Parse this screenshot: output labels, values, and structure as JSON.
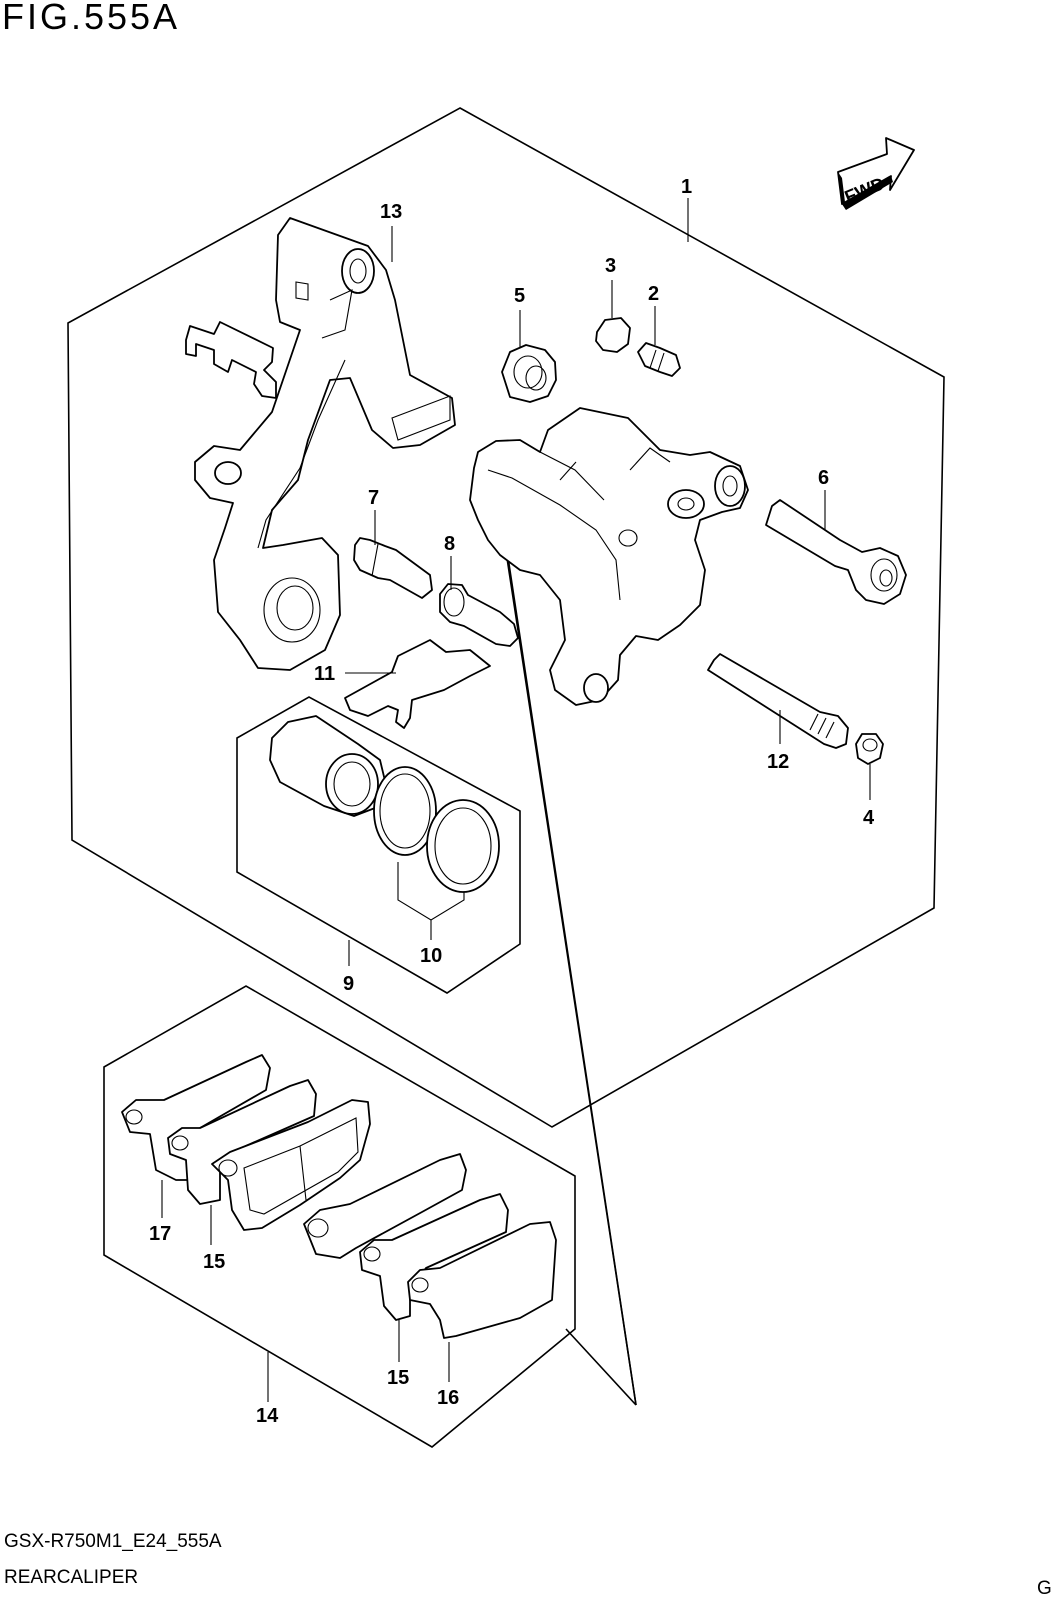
{
  "figure": {
    "title": "FIG.555A"
  },
  "footer": {
    "model_code": "GSX-R750M1_E24_555A",
    "section_name": "REARCALIPER",
    "corner_letter": "G"
  },
  "fwd_badge": {
    "label": "FWD"
  },
  "callouts": [
    {
      "id": "1",
      "label": "1"
    },
    {
      "id": "2",
      "label": "2"
    },
    {
      "id": "3",
      "label": "3"
    },
    {
      "id": "4",
      "label": "4"
    },
    {
      "id": "5",
      "label": "5"
    },
    {
      "id": "6",
      "label": "6"
    },
    {
      "id": "7",
      "label": "7"
    },
    {
      "id": "8",
      "label": "8"
    },
    {
      "id": "9",
      "label": "9"
    },
    {
      "id": "10",
      "label": "10"
    },
    {
      "id": "11",
      "label": "11"
    },
    {
      "id": "12",
      "label": "12"
    },
    {
      "id": "13",
      "label": "13"
    },
    {
      "id": "14",
      "label": "14"
    },
    {
      "id": "15a",
      "label": "15"
    },
    {
      "id": "15b",
      "label": "15"
    },
    {
      "id": "16",
      "label": "16"
    },
    {
      "id": "17",
      "label": "17"
    }
  ]
}
